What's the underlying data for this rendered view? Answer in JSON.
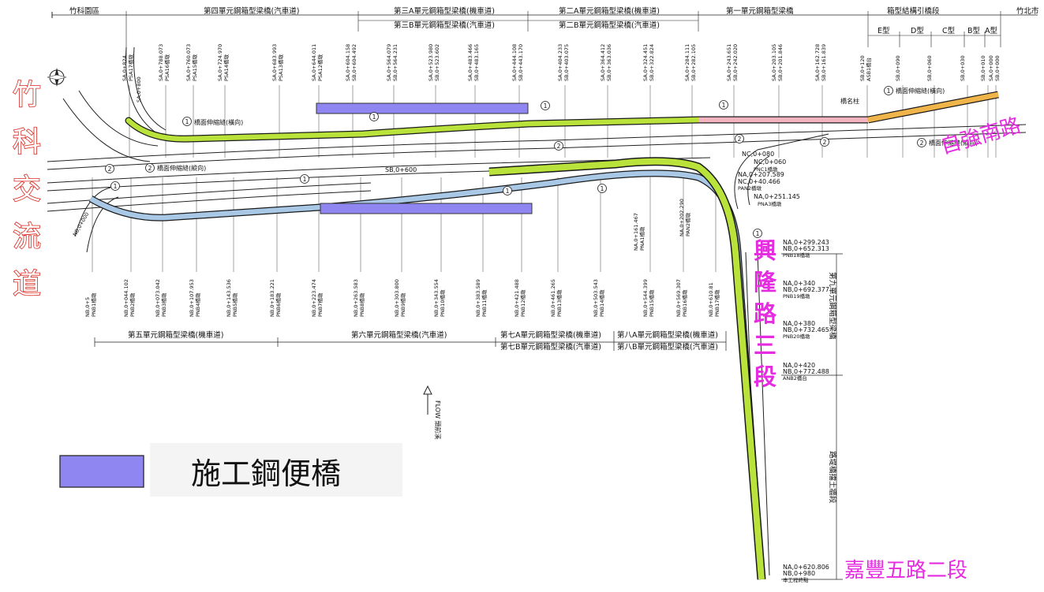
{
  "colors": {
    "bridge_green": "#b9e23a",
    "bridge_pink": "#f3b4c0",
    "bridge_orange": "#f0b54a",
    "bridge_blue": "#a9c8e6",
    "temp_bridge": "#8f86f2",
    "red_label": "#d9261c",
    "magenta_label": "#e52ce0"
  },
  "top_sections": [
    {
      "id": "hsinchu_park",
      "label": "竹科園區"
    },
    {
      "id": "unit4",
      "label": "第四單元鋼箱型梁橋(汽車道)"
    },
    {
      "id": "unit3a",
      "label": "第三A單元鋼箱型梁橋(機車道)"
    },
    {
      "id": "unit3b",
      "label": "第三B單元鋼箱型梁橋(汽車道)"
    },
    {
      "id": "unit2a",
      "label": "第二A單元鋼箱型梁橋(機車道)"
    },
    {
      "id": "unit2b",
      "label": "第二B單元鋼箱型梁橋(汽車道)"
    },
    {
      "id": "unit1",
      "label": "第一單元鋼箱型梁橋"
    },
    {
      "id": "box_approach",
      "label": "箱型結構引橋段"
    },
    {
      "id": "hsinchu_city",
      "label": "竹北市"
    }
  ],
  "type_labels": [
    "E型",
    "D型",
    "C型",
    "B型",
    "A型"
  ],
  "top_stations": [
    {
      "a": "SA,0+824",
      "b": "PSA17橋墩"
    },
    {
      "a": "SA,0+788.073",
      "b": "PSA16橋墩"
    },
    {
      "a": "SA,0+760.073",
      "b": "PSA15橋墩"
    },
    {
      "a": "SA,0+724.970",
      "b": "PSA14橋墩"
    },
    {
      "a": "SA,0+683.993",
      "b": "PSA13橋墩"
    },
    {
      "a": "SA,0+644.011",
      "b": "PSA12橋墩"
    },
    {
      "a": "SA,0+604.158",
      "b": "SB,0+604.492"
    },
    {
      "a": "SA,0+564.079",
      "b": "SB,0+564.231"
    },
    {
      "a": "SA,0+523.980",
      "b": "SB,0+523.602"
    },
    {
      "a": "SA,0+483.466",
      "b": "SB,0+483.165"
    },
    {
      "a": "SA,0+444.108",
      "b": "SB,0+443.170"
    },
    {
      "a": "SA,0+404.233",
      "b": "SB,0+403.075"
    },
    {
      "a": "SA,0+364.412",
      "b": "SB,0+363.036"
    },
    {
      "a": "SA,0+324.451",
      "b": "SB,0+322.824"
    },
    {
      "a": "SA,0+284.111",
      "b": "SB,0+282.105"
    },
    {
      "a": "SA,0+243.651",
      "b": "SB,0+242.020"
    },
    {
      "a": "SA,0+203.105",
      "b": "SB,0+201.846"
    },
    {
      "a": "SA,0+162.728",
      "b": "SB,0+161.839"
    },
    {
      "a": "SB,0+120",
      "b": "ASB1橋台"
    },
    {
      "a": "SB,0+090",
      "b": ""
    },
    {
      "a": "SB,0+060",
      "b": ""
    },
    {
      "a": "SB,0+030",
      "b": ""
    },
    {
      "a": "SB,0+010",
      "b": ""
    },
    {
      "a": "SA,0+000",
      "b": "SB,0+000"
    }
  ],
  "bottom_stations": [
    {
      "a": "NB,0+5",
      "b": "PNB1橋墩"
    },
    {
      "a": "NB,0+044.102",
      "b": "PNB2橋墩"
    },
    {
      "a": "NB,0+073.042",
      "b": "PNB3橋墩"
    },
    {
      "a": "NB,0+107.953",
      "b": "PNB4橋墩"
    },
    {
      "a": "NB,0+143.536",
      "b": "PNB5橋墩"
    },
    {
      "a": "NB,0+183.221",
      "b": "PNB6橋墩"
    },
    {
      "a": "NB,0+223.474",
      "b": "PNB7橋墩"
    },
    {
      "a": "NB,0+263.583",
      "b": "PNB8橋墩"
    },
    {
      "a": "NB,0+303.800",
      "b": "PNB9橋墩"
    },
    {
      "a": "NB,0+343.554",
      "b": "PNB10橋墩"
    },
    {
      "a": "NB,0+383.589",
      "b": "PNB11橋墩"
    },
    {
      "a": "NB,0+421.488",
      "b": "PNB12橋墩"
    },
    {
      "a": "NB,0+461.265",
      "b": "PNB13橋墩"
    },
    {
      "a": "NB,0+503.543",
      "b": "PNB14橋墩"
    },
    {
      "a": "NB,0+544.399",
      "b": "PNB15橋墩"
    },
    {
      "a": "NB,0+569.307",
      "b": "PNB16橋墩"
    },
    {
      "a": "NB,0+610.81",
      "b": "PNB17橋墩"
    }
  ],
  "bottom_sections": [
    {
      "id": "unit5",
      "label": "第五單元鋼箱型梁橋(機車道)"
    },
    {
      "id": "unit6",
      "label": "第六單元鋼箱型梁橋(汽車道)"
    },
    {
      "id": "unit7a",
      "label": "第七A單元鋼箱型梁橋(機車道)"
    },
    {
      "id": "unit7b",
      "label": "第七B單元鋼箱型梁橋(汽車道)"
    },
    {
      "id": "unit8a",
      "label": "第八A單元鋼箱型梁橋(機車道)"
    },
    {
      "id": "unit8b",
      "label": "第八B單元鋼箱型梁橋(汽車道)"
    }
  ],
  "right_stations": [
    {
      "a": "NA,0+299.243",
      "b": "NB,0+652.313",
      "c": "PNB18橋墩"
    },
    {
      "a": "NA,0+340",
      "b": "NB,0+692.377",
      "c": "PNB19橋墩"
    },
    {
      "a": "NA,0+380",
      "b": "NB,0+732.465",
      "c": "PNB20橋墩"
    },
    {
      "a": "NA,0+420",
      "b": "NB,0+772.488",
      "c": "ANB2橋台"
    },
    {
      "a": "NA,0+620.806",
      "b": "NB,0+980",
      "c": "本工程終點"
    }
  ],
  "right_sections": {
    "unit9": "第九單元鋼箱型梁橋",
    "embankment": "路堤橋擋土牆段"
  },
  "ramp_notes": {
    "nc080": "NC,0+080",
    "nc060": "NC,0+060",
    "pnc1": "PNC1橋墩",
    "na207": "NA,0+207.589",
    "nc040": "NC,0+40.466",
    "pan2": "PAN2橋墩",
    "na251": "NA,0+251.145",
    "pna3": "PNA3橋墩",
    "na161": "NA,0+161.467",
    "pna1": "PNA1橋墩",
    "na202": "NA,0+202.290",
    "pna2": "PAN2橋墩",
    "sb600": "SB,0+600",
    "sa800": "SA,0+800",
    "nb000": "NB,0+000"
  },
  "callouts": {
    "joint_transverse": "橋面伸縮縫(橫向)",
    "joint_long": "橋面伸縮縫(縱向)",
    "name_pillar": "橋名柱"
  },
  "place_labels": {
    "hsinchu_ic": "竹科交流道",
    "ziqiang": "自強南路",
    "xinglong": "興隆路三段",
    "jiafeng": "嘉豐五路二段"
  },
  "flow_label": "FLOW 頭前溪",
  "legend": {
    "label": "施工鋼便橋"
  }
}
